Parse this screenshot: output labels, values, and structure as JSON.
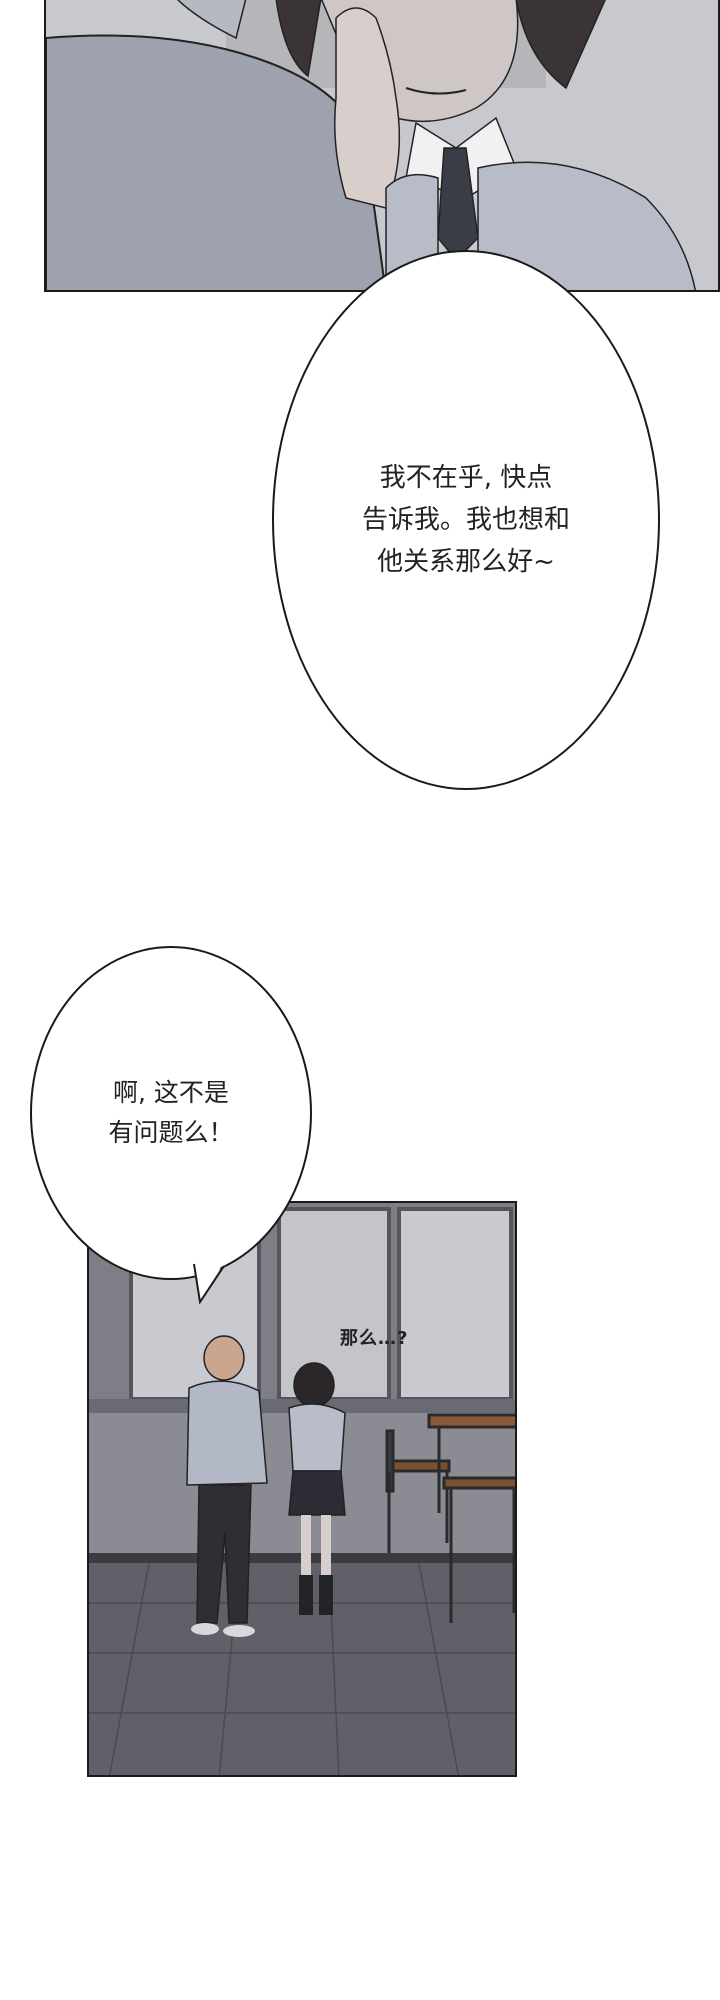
{
  "bubbles": {
    "speech_1": "我不在乎, 快点\n告诉我。我也想和\n他关系那么好~",
    "speech_2": "啊, 这不是\n有问题么！"
  },
  "sfx": {
    "label": "那么…?"
  },
  "colors": {
    "page_background": "#ffffff",
    "panel_border": "#1a1a1a",
    "classroom_wall": "#8e8f97",
    "uniform_gray": "#b8bcc8"
  }
}
